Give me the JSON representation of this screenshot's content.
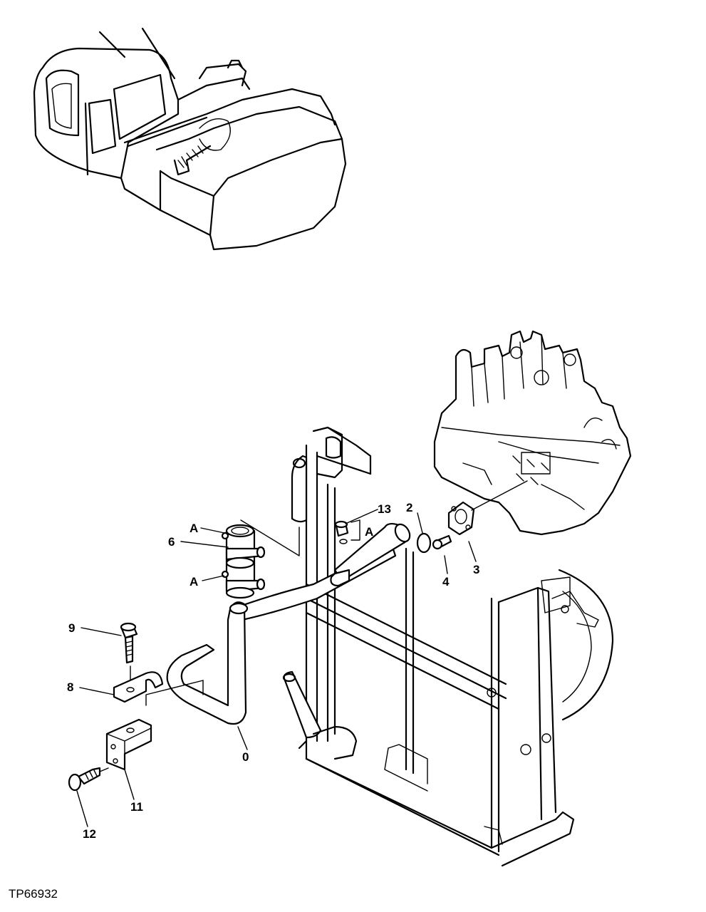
{
  "reference_code": "TP66932",
  "callouts": {
    "c0": "0",
    "c2": "2",
    "c3": "3",
    "c4": "4",
    "c6": "6",
    "c8": "8",
    "c9": "9",
    "c11": "11",
    "c12": "12",
    "c13": "13",
    "a1": "A",
    "a2": "A",
    "a3": "A"
  }
}
